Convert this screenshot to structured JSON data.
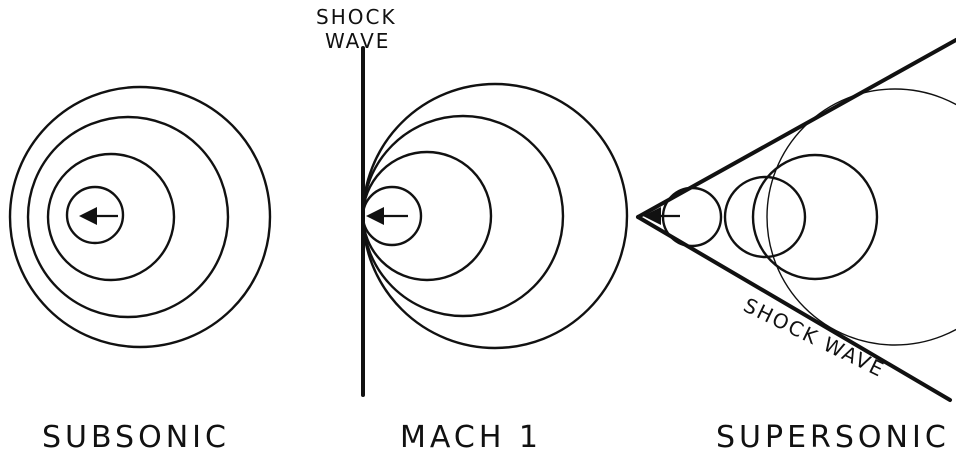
{
  "panels": {
    "subsonic": {
      "label": "SUBSONIC"
    },
    "mach1": {
      "label": "MACH 1",
      "shock_label_line1": "SHOCK",
      "shock_label_line2": "WAVE"
    },
    "supersonic": {
      "label": "SUPERSONIC",
      "shock_label": "SHOCK WAVE"
    }
  },
  "colors": {
    "ink": "#111111",
    "paper": "#ffffff"
  }
}
